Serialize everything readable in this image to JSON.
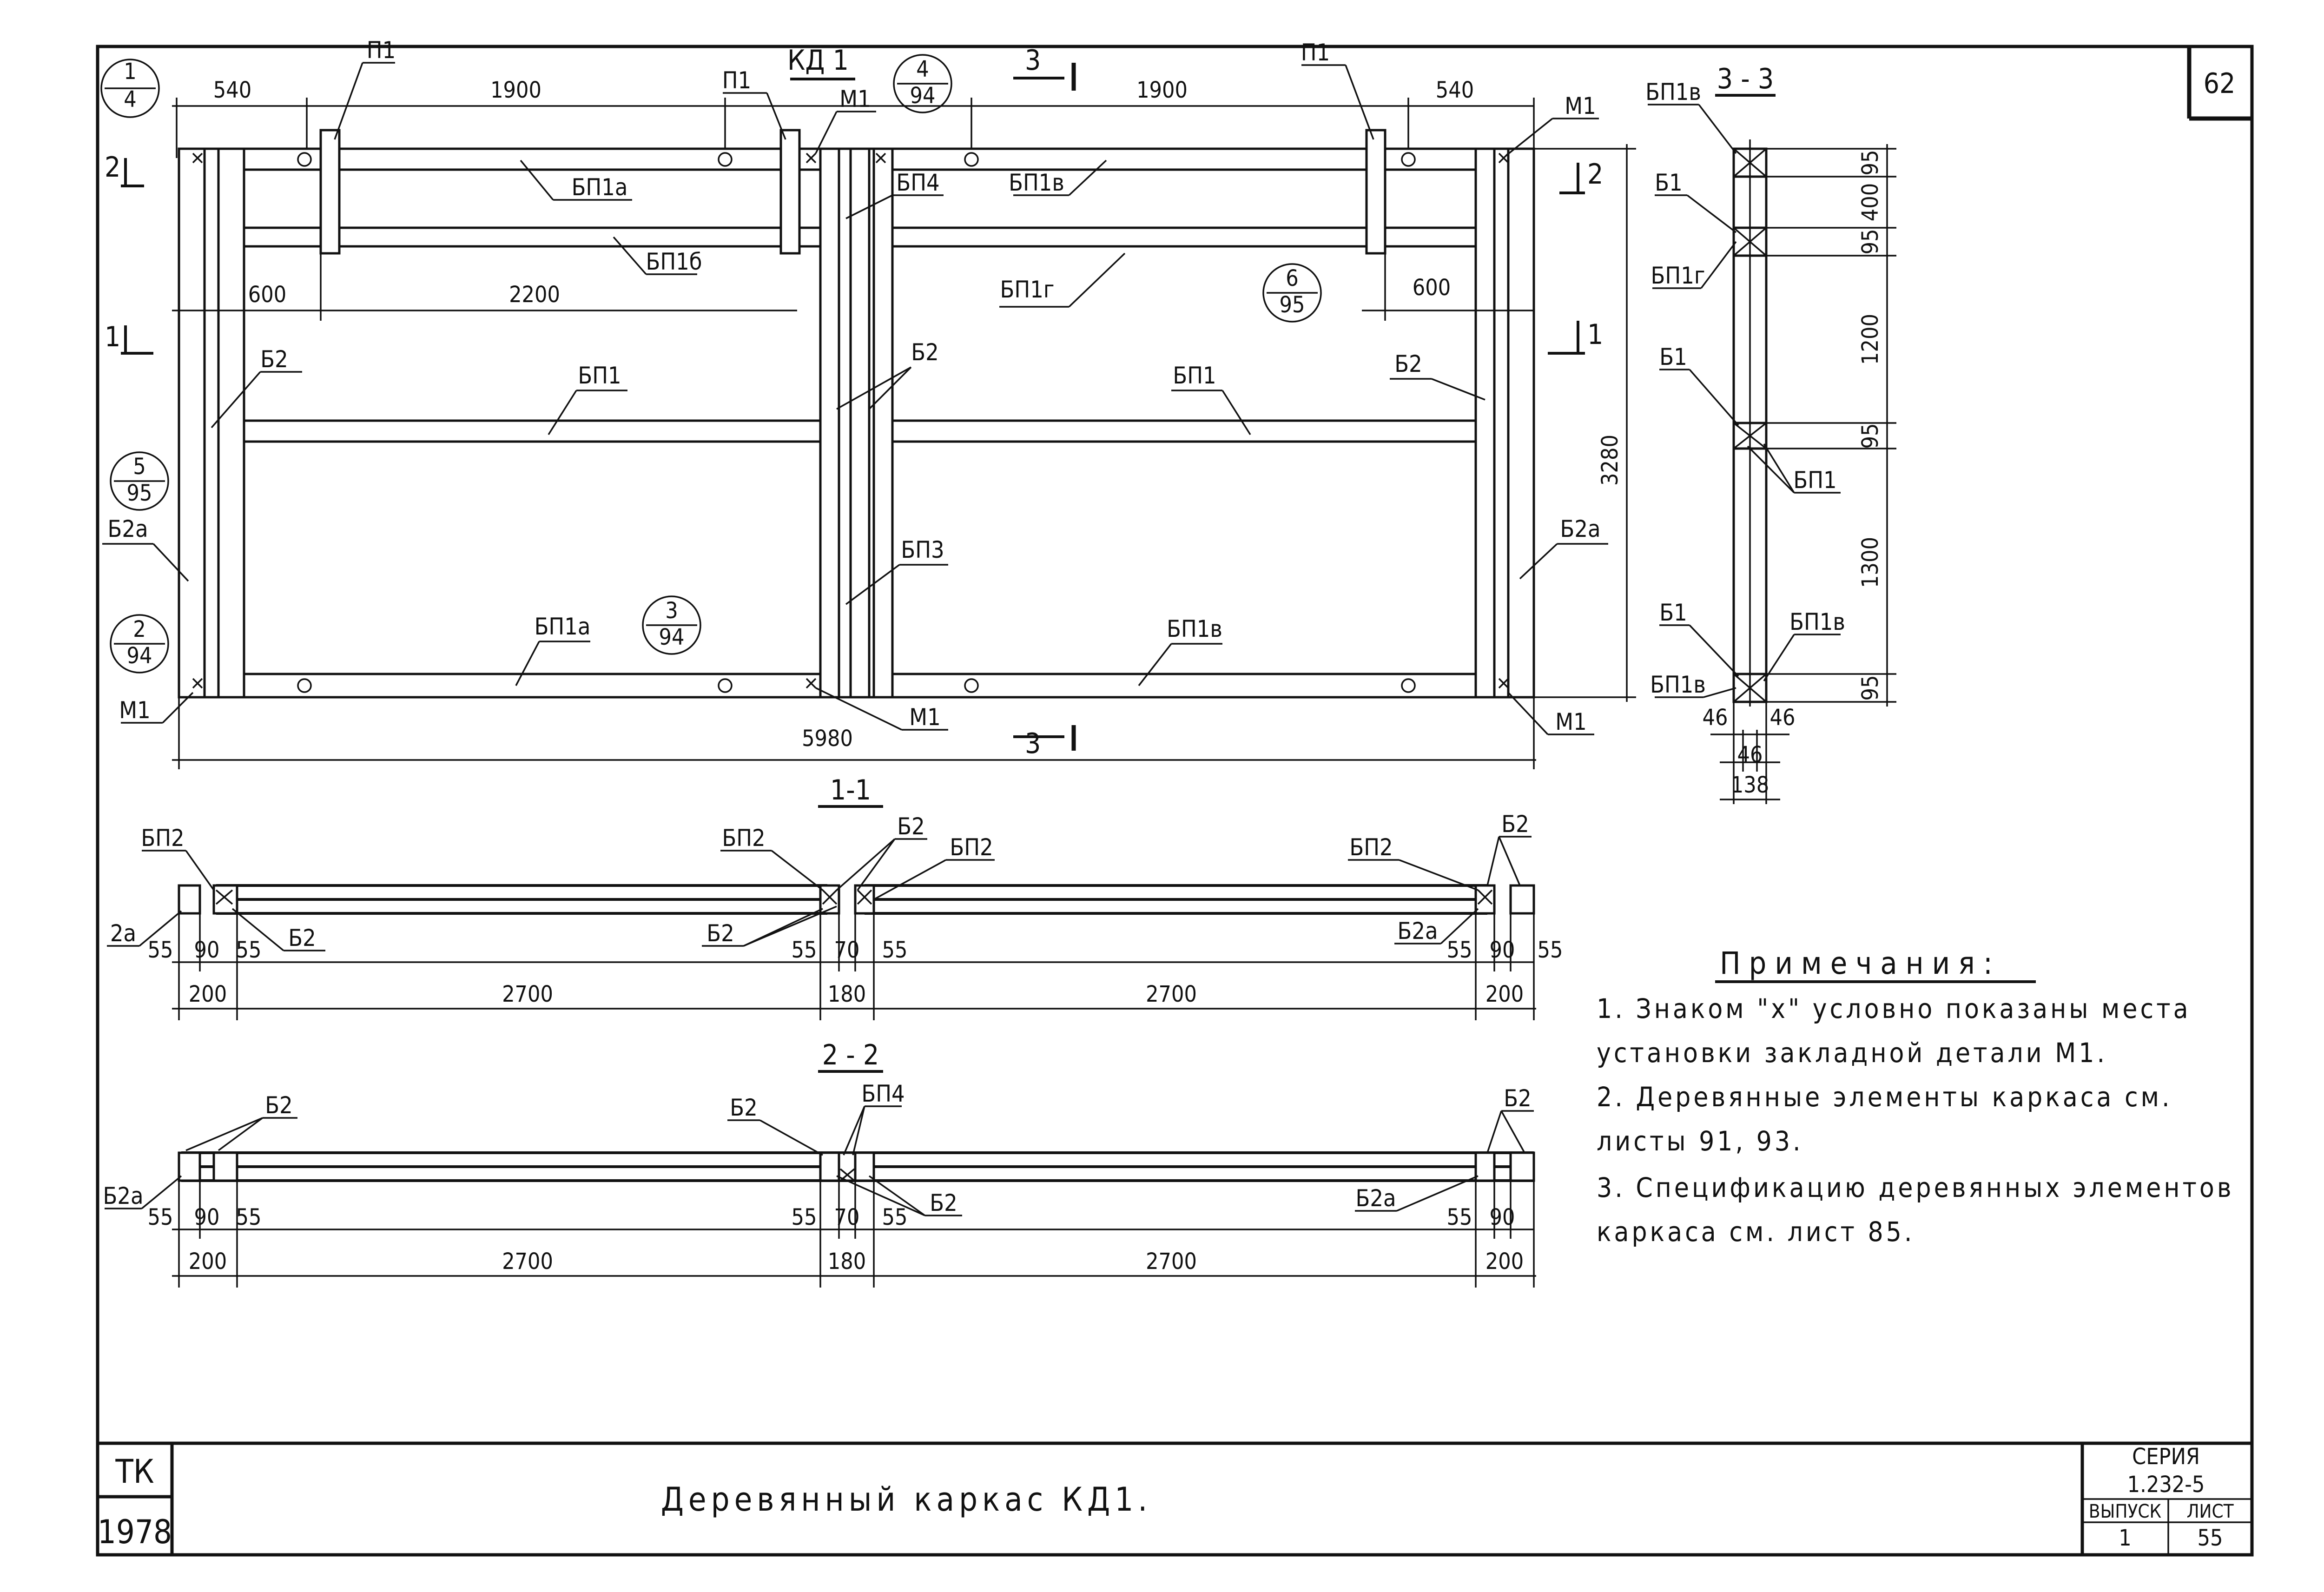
{
  "sheet": {
    "corner_sheet": "62",
    "org": "ТК",
    "year": "1978",
    "title": "Деревянный каркас КД1.",
    "series_label": "СЕРИЯ",
    "series_value": "1.232-5",
    "issue_label": "ВЫПУСК",
    "issue_value": "1",
    "sheet_label": "ЛИСТ",
    "sheet_value": "55"
  },
  "plan": {
    "title": "КД 1",
    "dims_top": [
      "540",
      "1900",
      "1900",
      "540"
    ],
    "dims_inner": [
      "600",
      "2200",
      "600"
    ],
    "dim_total_width": "5980",
    "dim_total_height": "3280",
    "labels": {
      "p1_a": "П1",
      "p1_b": "П1",
      "p1_c": "П1",
      "m1_a": "М1",
      "m1_b": "М1",
      "m1_c": "М1",
      "m1_d": "М1",
      "m1_e": "М1",
      "bp1a_top": "БП1а",
      "bp1b": "БП1б",
      "bp1v_top": "БП1в",
      "bp1g": "БП1г",
      "bp4": "БП4",
      "bp1_l": "БП1",
      "bp1_r": "БП1",
      "bp3": "БП3",
      "bp1a_bot": "БП1а",
      "bp1v_bot": "БП1в",
      "b2_l": "Б2",
      "b2_m": "Б2",
      "b2_r": "Б2",
      "b2a_l": "Б2а",
      "b2a_r": "Б2а"
    },
    "section_marks": {
      "s1": "1",
      "s2": "2",
      "s3": "3"
    },
    "callouts": [
      {
        "num": "1",
        "sheet": "4"
      },
      {
        "num": "4",
        "sheet": "94"
      },
      {
        "num": "6",
        "sheet": "95"
      },
      {
        "num": "5",
        "sheet": "95"
      },
      {
        "num": "2",
        "sheet": "94"
      },
      {
        "num": "3",
        "sheet": "94"
      }
    ]
  },
  "section_33": {
    "title": "3 - 3",
    "labels": [
      "БП1в",
      "Б1",
      "БП1г",
      "Б1",
      "БП1",
      "Б1",
      "БП1в",
      "БП1в"
    ],
    "dims_vertical": [
      "95",
      "400",
      "95",
      "1200",
      "95",
      "1300",
      "95"
    ],
    "dims_bottom": [
      "46",
      "46",
      "46",
      "138"
    ]
  },
  "section_11": {
    "title": "1-1",
    "labels": [
      "БП2",
      "2а",
      "Б2",
      "БП2",
      "Б2",
      "БП2",
      "Б2",
      "БП2",
      "Б2",
      "Б2а"
    ],
    "dims_small": [
      "55",
      "90",
      "55",
      "55",
      "70",
      "55",
      "55",
      "90",
      "55"
    ],
    "dims_big": [
      "200",
      "2700",
      "180",
      "2700",
      "200"
    ]
  },
  "section_22": {
    "title": "2 - 2",
    "labels": [
      "Б2",
      "Б2а",
      "Б2",
      "БП4",
      "Б2",
      "Б2а",
      "Б2"
    ],
    "dims_small": [
      "55",
      "90",
      "55",
      "55",
      "70",
      "55",
      "55",
      "90"
    ],
    "dims_big": [
      "200",
      "2700",
      "180",
      "2700",
      "200"
    ]
  },
  "notes": {
    "heading": "Примечания:",
    "items": [
      "1. Знаком \"x\" условно показаны места",
      "установки закладной детали М1.",
      "2. Деревянные элементы каркаса см.",
      "листы 91, 93.",
      "3. Спецификацию деревянных элементов",
      "каркаса см. лист 85."
    ]
  }
}
